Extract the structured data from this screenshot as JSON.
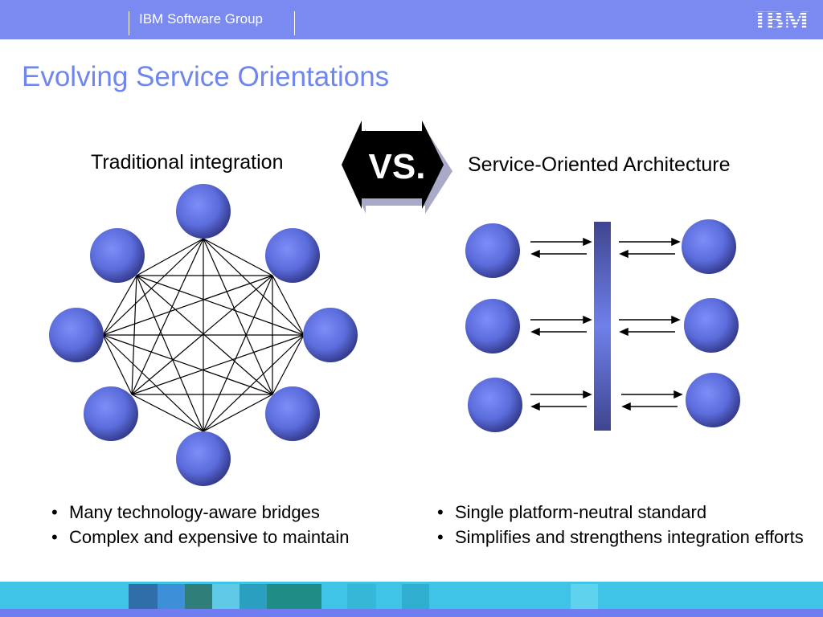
{
  "header": {
    "group": "IBM Software Group",
    "logo_text": "IBM"
  },
  "slide": {
    "title": "Evolving Service Orientations",
    "vs_label": "VS.",
    "left": {
      "heading": "Traditional integration",
      "bullets": [
        "Many technology-aware bridges",
        "Complex and expensive to maintain"
      ]
    },
    "right": {
      "heading": "Service-Oriented Architecture",
      "bullets": [
        "Single platform-neutral standard",
        "Simplifies and strengthens integration efforts"
      ]
    }
  },
  "colors": {
    "header": "#7b8af0",
    "title": "#6e86ee",
    "node": "#5c6ee0",
    "bus": "#4a52a8",
    "footer": "#3fc4e8"
  }
}
